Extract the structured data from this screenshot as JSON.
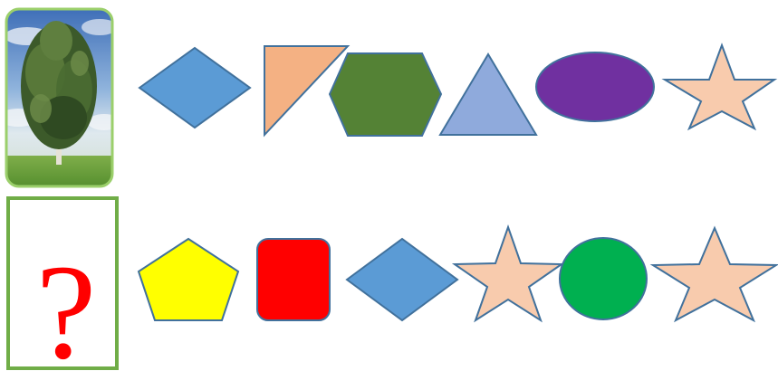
{
  "rows": [
    {
      "id": "top-row",
      "card": {
        "kind": "image",
        "subject": "birch-tree-photo",
        "frame_color": "#9bcf6b"
      },
      "shapes": [
        {
          "name": "rhombus",
          "fill": "#5b9bd5",
          "stroke": "#41719c"
        },
        {
          "name": "right-triangle",
          "fill": "#f4b183",
          "stroke": "#41719c"
        },
        {
          "name": "hexagon",
          "fill": "#548235",
          "stroke": "#41719c"
        },
        {
          "name": "triangle",
          "fill": "#8faadc",
          "stroke": "#41719c"
        },
        {
          "name": "ellipse",
          "fill": "#7030a0",
          "stroke": "#41719c"
        },
        {
          "name": "star",
          "fill": "#f8cbad",
          "stroke": "#41719c"
        }
      ]
    },
    {
      "id": "bottom-row",
      "card": {
        "kind": "question",
        "text": "?",
        "frame_color": "#70ad47",
        "text_color": "#ff0000"
      },
      "shapes": [
        {
          "name": "pentagon",
          "fill": "#ffff00",
          "stroke": "#41719c"
        },
        {
          "name": "rounded-square",
          "fill": "#ff0000",
          "stroke": "#41719c"
        },
        {
          "name": "rhombus",
          "fill": "#5b9bd5",
          "stroke": "#41719c"
        },
        {
          "name": "star",
          "fill": "#f8cbad",
          "stroke": "#41719c"
        },
        {
          "name": "circle",
          "fill": "#00b050",
          "stroke": "#41719c"
        },
        {
          "name": "star",
          "fill": "#f8cbad",
          "stroke": "#41719c"
        }
      ]
    }
  ]
}
